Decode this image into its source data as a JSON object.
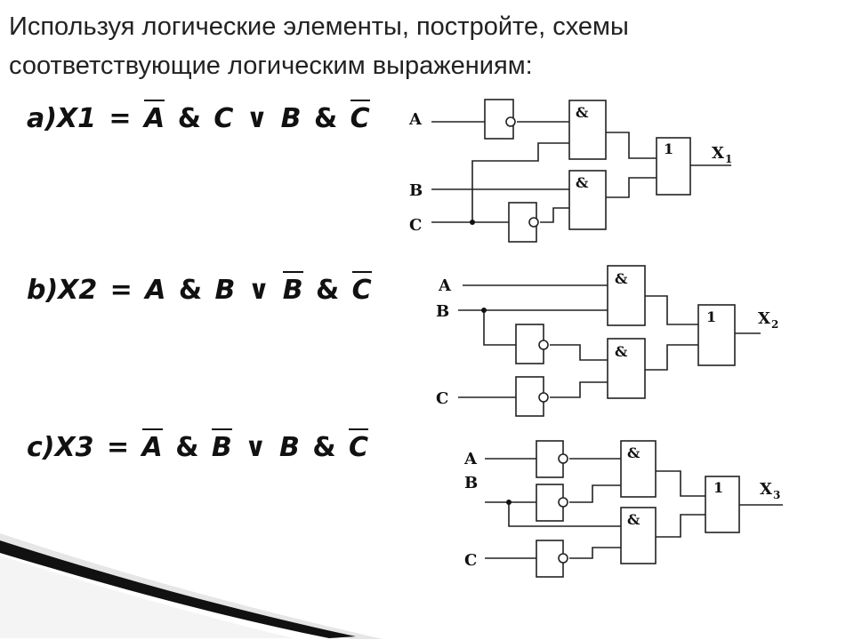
{
  "title": "Используя логические элементы, постройте, схемы соответствующие логическим выражениям:",
  "expressions": {
    "a": {
      "prefix": "a)X1",
      "eq": "=",
      "t1": "A",
      "and1": "&",
      "t2": "C",
      "or": "∨",
      "t3": "B",
      "and2": "&",
      "t4": "C"
    },
    "b": {
      "prefix": "b)X2",
      "eq": "=",
      "t1": "A",
      "and1": "&",
      "t2": "B",
      "or": "∨",
      "t3": "B",
      "and2": "&",
      "t4": "C"
    },
    "c": {
      "prefix": "c)X3",
      "eq": "=",
      "t1": "A",
      "and1": "&",
      "t2": "B",
      "or": "∨",
      "t3": "B",
      "and2": "&",
      "t4": "C"
    }
  },
  "circuits": {
    "a": {
      "in_a": "A",
      "in_b": "B",
      "in_c": "C",
      "and_sym": "&",
      "or_sym": "1",
      "out_main": "X",
      "out_sub": "1"
    },
    "b": {
      "in_a": "A",
      "in_b": "B",
      "in_c": "C",
      "and_sym": "&",
      "or_sym": "1",
      "out_main": "X",
      "out_sub": "2"
    },
    "c": {
      "in_a": "A",
      "in_b": "B",
      "in_c": "C",
      "and_sym": "&",
      "or_sym": "1",
      "out_main": "X",
      "out_sub": "3"
    }
  }
}
